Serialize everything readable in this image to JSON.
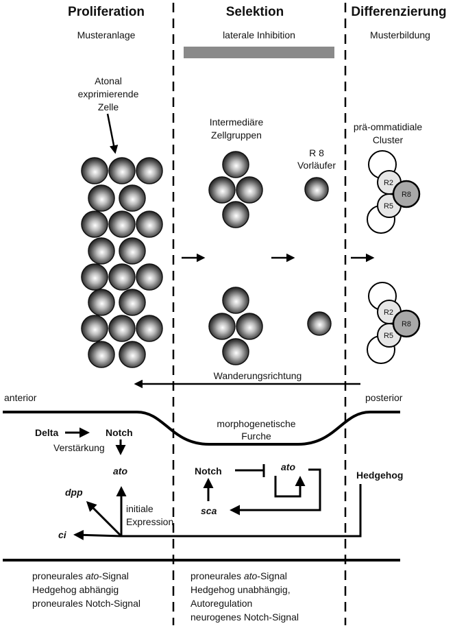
{
  "columns": [
    {
      "title": "Proliferation",
      "subtitle": "Musteranlage"
    },
    {
      "title": "Selektion",
      "subtitle": "laterale Inhibition"
    },
    {
      "title": "Differenzierung",
      "subtitle": "Musterbildung"
    }
  ],
  "labels": {
    "atonal_cell": [
      "Atonal",
      "exprimierende",
      "Zelle"
    ],
    "intermediate": [
      "Intermediäre",
      "Zellgruppen"
    ],
    "r8_precursor": [
      "R 8",
      "Vorläufer"
    ],
    "pre_cluster": [
      "prä-ommatidiale",
      "Cluster"
    ],
    "migration": "Wanderungsrichtung",
    "anterior": "anterior",
    "posterior": "posterior",
    "furrow": [
      "morphogenetische",
      "Furche"
    ]
  },
  "cluster_cells": [
    "R2",
    "R8",
    "R5"
  ],
  "genes": {
    "delta": "Delta",
    "notch_left": "Notch",
    "verstaerkung": "Verstärkung",
    "ato_left": "ato",
    "dpp": "dpp",
    "ci": "ci",
    "initial_expression": [
      "initiale",
      "Expression"
    ],
    "notch_mid": "Notch",
    "ato_mid": "ato",
    "sca": "sca",
    "hedgehog": "Hedgehog"
  },
  "footer": {
    "left": [
      {
        "pre": "proneurales ",
        "ital": "ato",
        "post": "-Signal"
      },
      {
        "pre": "Hedgehog abhängig",
        "ital": "",
        "post": ""
      },
      {
        "pre": "proneurales Notch-Signal",
        "ital": "",
        "post": ""
      }
    ],
    "middle": [
      {
        "pre": "proneurales ",
        "ital": "ato",
        "post": "-Signal"
      },
      {
        "pre": "Hedgehog unabhängig,",
        "ital": "",
        "post": ""
      },
      {
        "pre": "Autoregulation",
        "ital": "",
        "post": ""
      },
      {
        "pre": "neurogenes Notch-Signal",
        "ital": "",
        "post": ""
      }
    ]
  },
  "colors": {
    "line": "#000000",
    "inhibition_bar": "#8a8a8a",
    "cell_dark": "#2b2b2b",
    "cell_light": "#ffffff"
  }
}
